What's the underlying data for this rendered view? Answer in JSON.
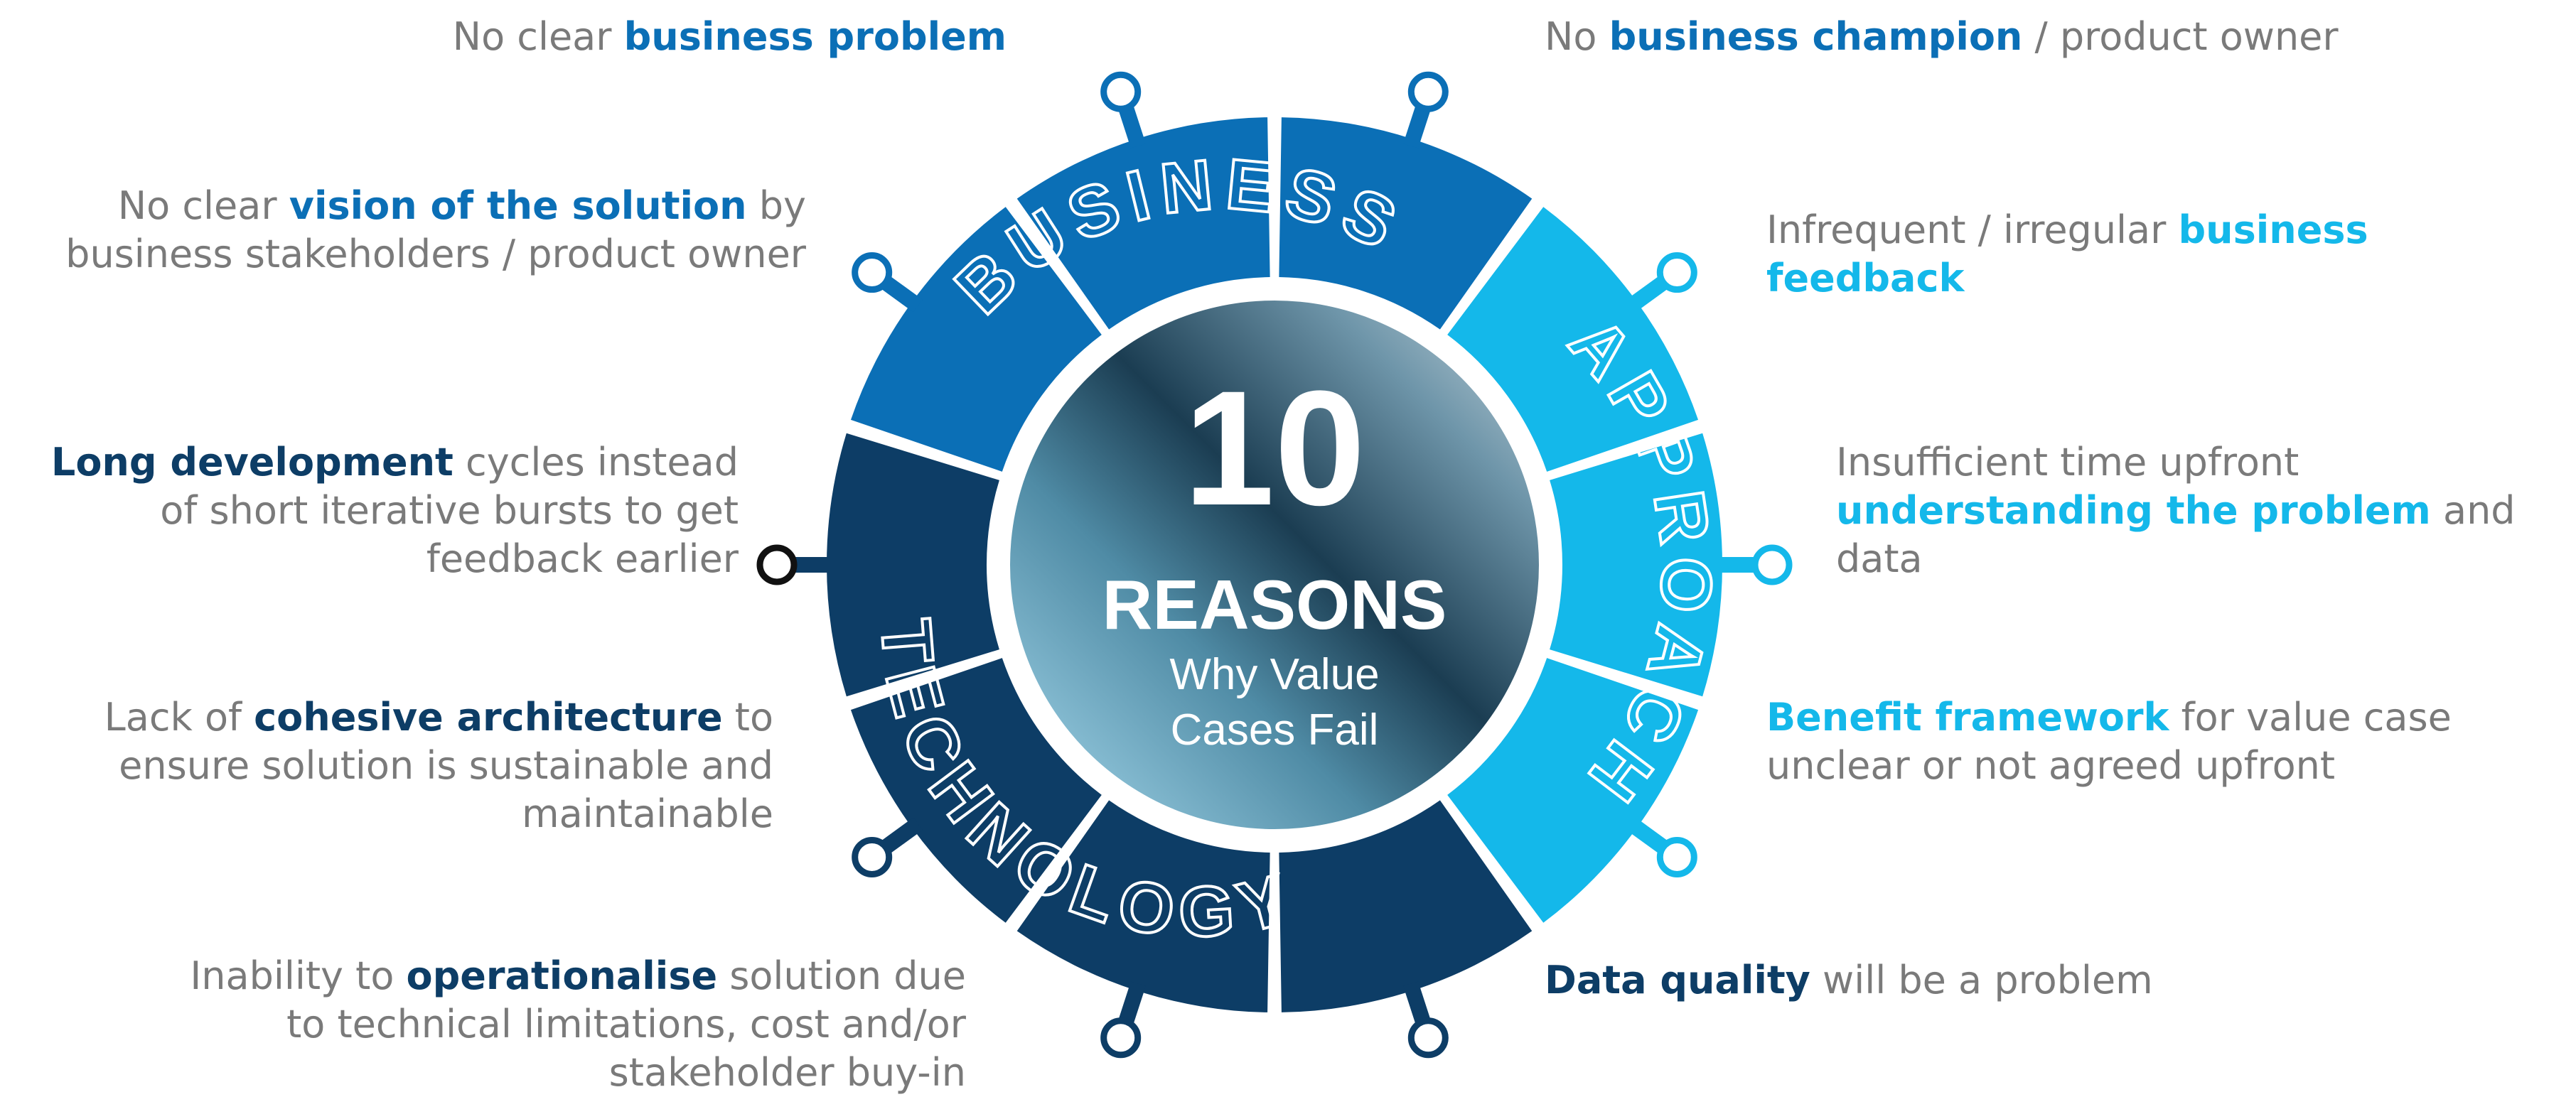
{
  "center": {
    "number": "10",
    "title": "REASONS",
    "subtitle_line1": "Why Value",
    "subtitle_line2": "Cases Fail"
  },
  "ring_labels": {
    "business": "BUSINESS",
    "approach": "APPROACH",
    "technology": "TECHNOLOGY"
  },
  "colors": {
    "business": "#0b6fb6",
    "approach": "#14b8ea",
    "technology": "#0d3d66",
    "text_gray": "#7a7a7a"
  },
  "reasons": {
    "business_problem": {
      "pre": "No clear ",
      "bold": "business problem",
      "post": ""
    },
    "vision": {
      "pre": "No clear ",
      "bold": "vision of the solution",
      "post": " by",
      "line2": "business stakeholders / product owner"
    },
    "long_dev": {
      "bold": "Long development",
      "post": " cycles instead",
      "line2": "of short iterative bursts to get",
      "line3": "feedback earlier"
    },
    "architecture": {
      "pre": "Lack of ",
      "bold": "cohesive architecture",
      "post": " to",
      "line2": "ensure solution is sustainable and",
      "line3": "maintainable"
    },
    "operationalise": {
      "pre": "Inability to ",
      "bold": "operationalise",
      "post": " solution due",
      "line2": "to technical limitations, cost and/or",
      "line3": "stakeholder buy-in"
    },
    "champion": {
      "pre": "No ",
      "bold": "business champion",
      "post": " / product owner"
    },
    "feedback": {
      "pre": "Infrequent / irregular ",
      "bold": "business feedback",
      "post": ""
    },
    "upfront": {
      "line1": "Insufficient time upfront",
      "bold": "understanding the problem",
      "post": " and",
      "line3": "data"
    },
    "benefit": {
      "bold": "Benefit framework",
      "post": " for value case",
      "line2": "unclear or not agreed upfront"
    },
    "data_quality": {
      "bold": "Data quality",
      "post": " will be a problem"
    }
  }
}
